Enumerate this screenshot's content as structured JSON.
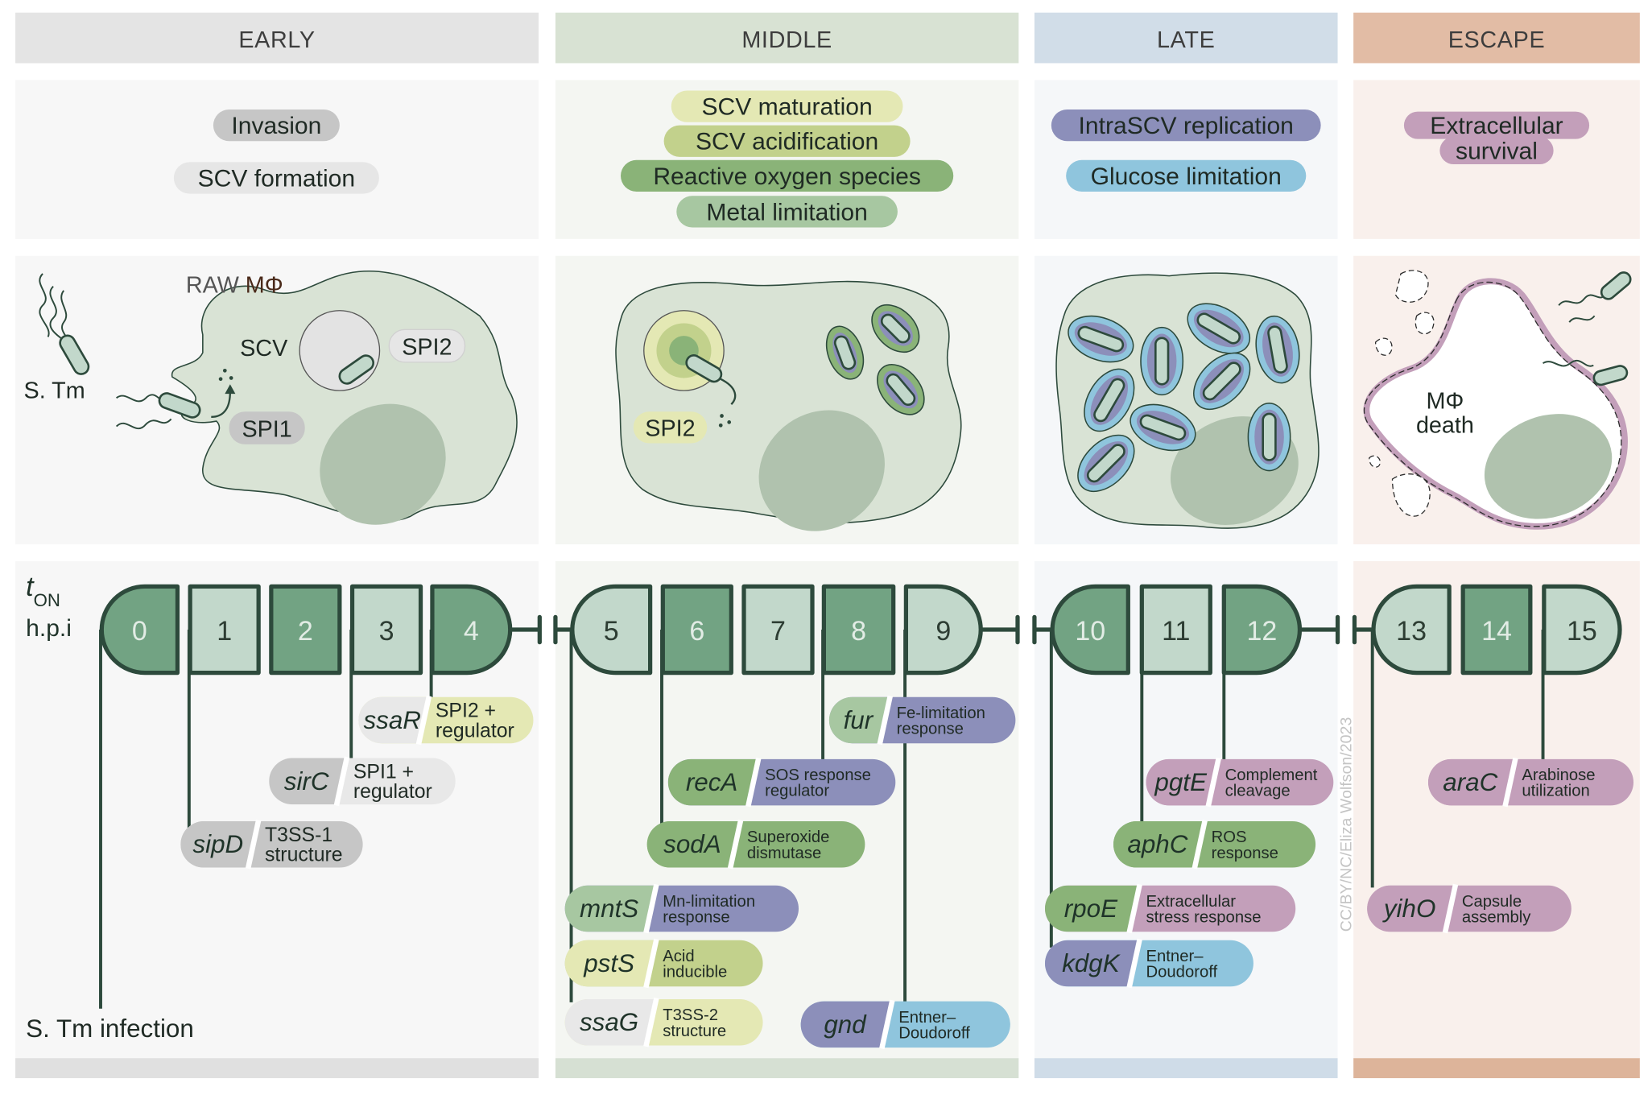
{
  "phases": [
    {
      "id": "early",
      "label": "EARLY",
      "header_color": "#e4e4e4",
      "panel_color": "#f7f7f7",
      "footer_color": "#e0e0e0"
    },
    {
      "id": "middle",
      "label": "MIDDLE",
      "header_color": "#d8e2d3",
      "panel_color": "#f4f6f2",
      "footer_color": "#d6e0d3"
    },
    {
      "id": "late",
      "label": "LATE",
      "header_color": "#d1dde8",
      "panel_color": "#f5f7f9",
      "footer_color": "#cfdce8"
    },
    {
      "id": "escape",
      "label": "ESCAPE",
      "header_color": "#e2bca5",
      "panel_color": "#f9f0ec",
      "footer_color": "#ddb49a"
    }
  ],
  "processes": {
    "early": [
      {
        "label": "Invasion",
        "color": "#c6c6c6"
      },
      {
        "label": "SCV formation",
        "color": "#e6e6e6"
      }
    ],
    "middle": [
      {
        "label": "SCV maturation",
        "color": "#e4e8b4"
      },
      {
        "label": "SCV acidification",
        "color": "#c2d18c"
      },
      {
        "label": "Reactive oxygen species",
        "color": "#8ab378"
      },
      {
        "label": "Metal limitation",
        "color": "#a7c7a1"
      }
    ],
    "late": [
      {
        "label": "IntraSCV replication",
        "color": "#8c8fba"
      },
      {
        "label": "Glucose limitation",
        "color": "#8fc5dd"
      }
    ],
    "escape": [
      {
        "label": "Extracellular",
        "color": "#c39fba"
      },
      {
        "label": "survival",
        "color": "#c39fba"
      }
    ]
  },
  "illustrations": {
    "raw": "RAW",
    "mphi": "MΦ",
    "scv": "SCV",
    "spi2": "SPI2",
    "spi1": "SPI1",
    "stm": "S. Tm",
    "middle_spi2": "SPI2",
    "death_line1": "MΦ",
    "death_line2": "death"
  },
  "timeline": {
    "axis_t": "t",
    "axis_sub": "ON",
    "axis_unit": "h.p.i",
    "infection_label": "S. Tm infection",
    "dark_color": "#72a383",
    "light_color": "#c2d8cb",
    "hours": [
      {
        "h": "0",
        "shade": "dark"
      },
      {
        "h": "1",
        "shade": "light"
      },
      {
        "h": "2",
        "shade": "dark"
      },
      {
        "h": "3",
        "shade": "light"
      },
      {
        "h": "4",
        "shade": "dark"
      },
      {
        "h": "5",
        "shade": "light"
      },
      {
        "h": "6",
        "shade": "dark"
      },
      {
        "h": "7",
        "shade": "light"
      },
      {
        "h": "8",
        "shade": "dark"
      },
      {
        "h": "9",
        "shade": "light"
      },
      {
        "h": "10",
        "shade": "dark"
      },
      {
        "h": "11",
        "shade": "light"
      },
      {
        "h": "12",
        "shade": "dark"
      },
      {
        "h": "13",
        "shade": "light"
      },
      {
        "h": "14",
        "shade": "dark"
      },
      {
        "h": "15",
        "shade": "light"
      }
    ]
  },
  "genes": [
    {
      "gene": "ssaR",
      "hour": "4",
      "desc": [
        "SPI2 +",
        "regulator"
      ],
      "gene_color": "#e8e8e8",
      "desc_color": "#e4e8b4"
    },
    {
      "gene": "sirC",
      "hour": "3",
      "desc": [
        "SPI1 +",
        "regulator"
      ],
      "gene_color": "#c6c6c6",
      "desc_color": "#e8e8e8"
    },
    {
      "gene": "sipD",
      "hour": "1",
      "desc": [
        "T3SS-1",
        "structure"
      ],
      "gene_color": "#c6c6c6",
      "desc_color": "#c6c6c6"
    },
    {
      "gene": "fur",
      "hour": "8",
      "desc": [
        "Fe-limitation",
        "response"
      ],
      "gene_color": "#a7c7a1",
      "desc_color": "#8c8fba"
    },
    {
      "gene": "recA",
      "hour": "8",
      "desc": [
        "SOS response",
        "regulator"
      ],
      "gene_color": "#8ab378",
      "desc_color": "#8c8fba"
    },
    {
      "gene": "sodA",
      "hour": "6",
      "desc": [
        "Superoxide",
        "dismutase"
      ],
      "gene_color": "#8ab378",
      "desc_color": "#8ab378"
    },
    {
      "gene": "mntS",
      "hour": "5",
      "desc": [
        "Mn-limitation",
        "response"
      ],
      "gene_color": "#a7c7a1",
      "desc_color": "#8c8fba"
    },
    {
      "gene": "pstS",
      "hour": "5",
      "desc": [
        "Acid",
        "inducible"
      ],
      "gene_color": "#e4e8b4",
      "desc_color": "#c2d18c"
    },
    {
      "gene": "ssaG",
      "hour": "5",
      "desc": [
        "T3SS-2",
        "structure"
      ],
      "gene_color": "#e8e8e8",
      "desc_color": "#e4e8b4"
    },
    {
      "gene": "gnd",
      "hour": "9",
      "desc": [
        "Entner–",
        "Doudoroff"
      ],
      "gene_color": "#8c8fba",
      "desc_color": "#8fc5dd"
    },
    {
      "gene": "pgtE",
      "hour": "12",
      "desc": [
        "Complement",
        "cleavage"
      ],
      "gene_color": "#c39fba",
      "desc_color": "#c39fba"
    },
    {
      "gene": "aphC",
      "hour": "11",
      "desc": [
        "ROS",
        "response"
      ],
      "gene_color": "#8ab378",
      "desc_color": "#8ab378"
    },
    {
      "gene": "rpoE",
      "hour": "10",
      "desc": [
        "Extracellular",
        "stress response"
      ],
      "gene_color": "#8ab378",
      "desc_color": "#c39fba"
    },
    {
      "gene": "kdgK",
      "hour": "10",
      "desc": [
        "Entner–",
        "Doudoroff"
      ],
      "gene_color": "#8c8fba",
      "desc_color": "#8fc5dd"
    },
    {
      "gene": "araC",
      "hour": "15",
      "desc": [
        "Arabinose",
        "utilization"
      ],
      "gene_color": "#c39fba",
      "desc_color": "#c39fba"
    },
    {
      "gene": "yihO",
      "hour": "13",
      "desc": [
        "Capsule",
        "assembly"
      ],
      "gene_color": "#c39fba",
      "desc_color": "#c39fba"
    }
  ],
  "credit": "CC/BY/NC/Eliza Wolfson/2023"
}
